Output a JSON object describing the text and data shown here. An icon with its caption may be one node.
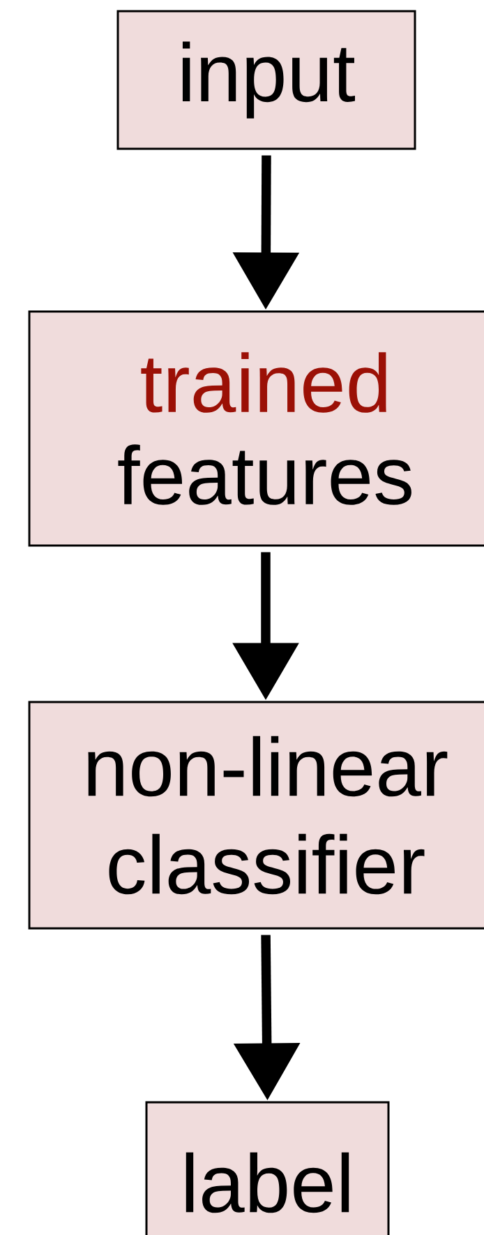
{
  "diagram": {
    "nodes": [
      {
        "text": [
          "input"
        ]
      },
      {
        "text": [
          "trained",
          "features"
        ]
      },
      {
        "text": [
          "non-linear classifier"
        ]
      },
      {
        "text": [
          "label"
        ]
      }
    ],
    "edges": [
      {
        "from": 0,
        "to": 1,
        "arrow": "to"
      },
      {
        "from": 1,
        "to": 2,
        "arrow": "to"
      },
      {
        "from": 2,
        "to": 3,
        "arrow": "to"
      }
    ]
  }
}
